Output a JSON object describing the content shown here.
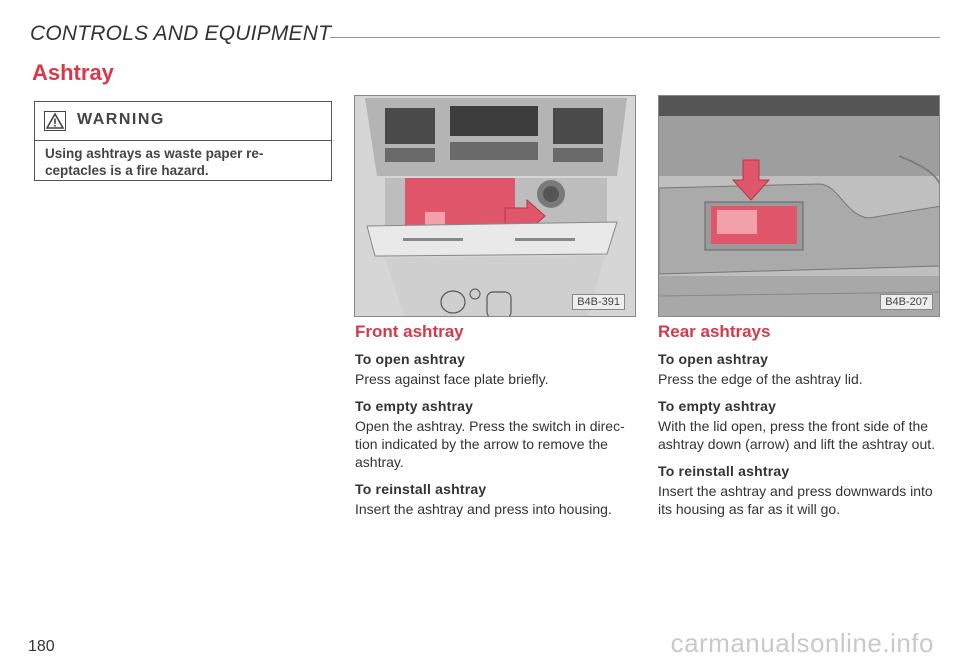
{
  "header": {
    "title": "CONTROLS AND EQUIPMENT"
  },
  "section": {
    "title": "Ashtray"
  },
  "warning": {
    "label": "WARNING",
    "text": "Using ashtrays as waste paper re- ceptacles is a fire hazard."
  },
  "figures": {
    "front": {
      "code": "B4B-391"
    },
    "rear": {
      "code": "B4B-207"
    }
  },
  "front": {
    "title": "Front ashtray",
    "steps": [
      {
        "title": "To open ashtray",
        "text": "Press against face plate briefly."
      },
      {
        "title": "To empty ashtray",
        "text": "Open the ashtray. Press the switch in direc- tion indicated by the arrow to remove the ashtray."
      },
      {
        "title": "To reinstall ashtray",
        "text": "Insert the ashtray and press into housing."
      }
    ]
  },
  "rear": {
    "title": "Rear ashtrays",
    "steps": [
      {
        "title": "To open ashtray",
        "text": "Press the edge of the ashtray lid."
      },
      {
        "title": "To empty ashtray",
        "text": "With the lid open, press the front side of the ashtray down (arrow) and lift the ashtray out."
      },
      {
        "title": "To reinstall ashtray",
        "text": "Insert the ashtray and press downwards into its housing as far as it will go."
      }
    ]
  },
  "footer": {
    "page_number": "180",
    "watermark": "carmanualsonline.info"
  },
  "colors": {
    "accent": "#d8394a",
    "highlight": "#e0566a"
  }
}
